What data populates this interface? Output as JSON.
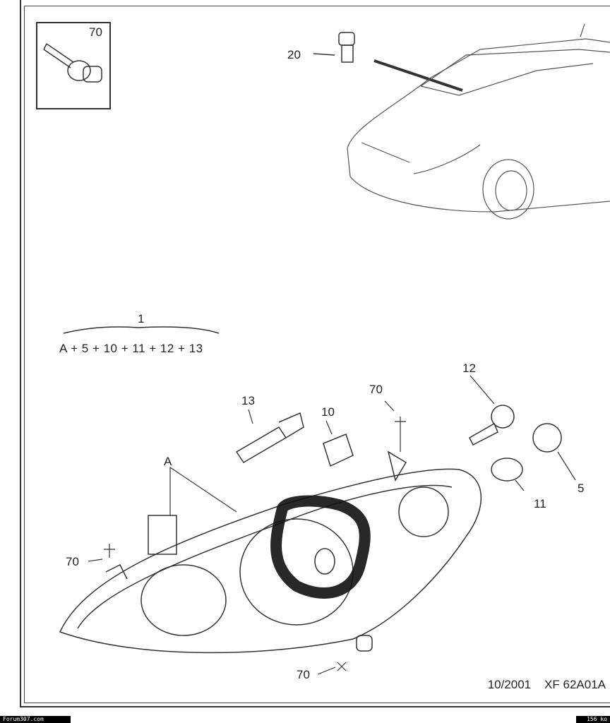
{
  "callouts": {
    "screw_box": "70",
    "bulb_20": "20",
    "assembly": "1",
    "formula": "A + 5 + 10 + 11 + 12 + 13",
    "p13": "13",
    "p10": "10",
    "p70_top": "70",
    "p12": "12",
    "pA": "A",
    "p5": "5",
    "p11": "11",
    "p70_left": "70",
    "p70_bottom": "70"
  },
  "footer": {
    "date": "10/2001",
    "reference": "XF 62A01A"
  },
  "watermark": {
    "site": "Forum307.com",
    "size": "156 ko"
  }
}
